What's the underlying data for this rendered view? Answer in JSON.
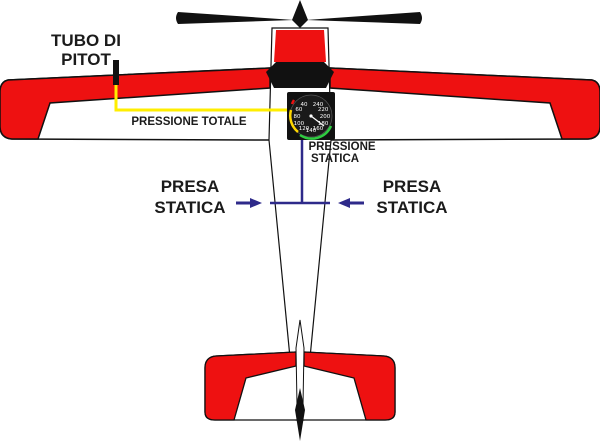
{
  "labels": {
    "pitot_line1": "TUBO DI",
    "pitot_line2": "PITOT",
    "total_pressure": "PRESSIONE TOTALE",
    "static_pressure_line1": "PRESSIONE",
    "static_pressure_line2": "STATICA",
    "left_port_line1": "PRESA",
    "left_port_line2": "STATICA",
    "right_port_line1": "PRESA",
    "right_port_line2": "STATICA"
  },
  "gauge": {
    "ticks": [
      "40",
      "60",
      "80",
      "100",
      "120",
      "140",
      "160",
      "180",
      "200",
      "220",
      "240"
    ]
  },
  "colors": {
    "wing_red": "#ee1111",
    "outline": "#111111",
    "total_pressure_line": "#ffee00",
    "static_line": "#2e2a8a",
    "arc_green": "#2ecc40",
    "arc_yellow": "#ffd700"
  }
}
